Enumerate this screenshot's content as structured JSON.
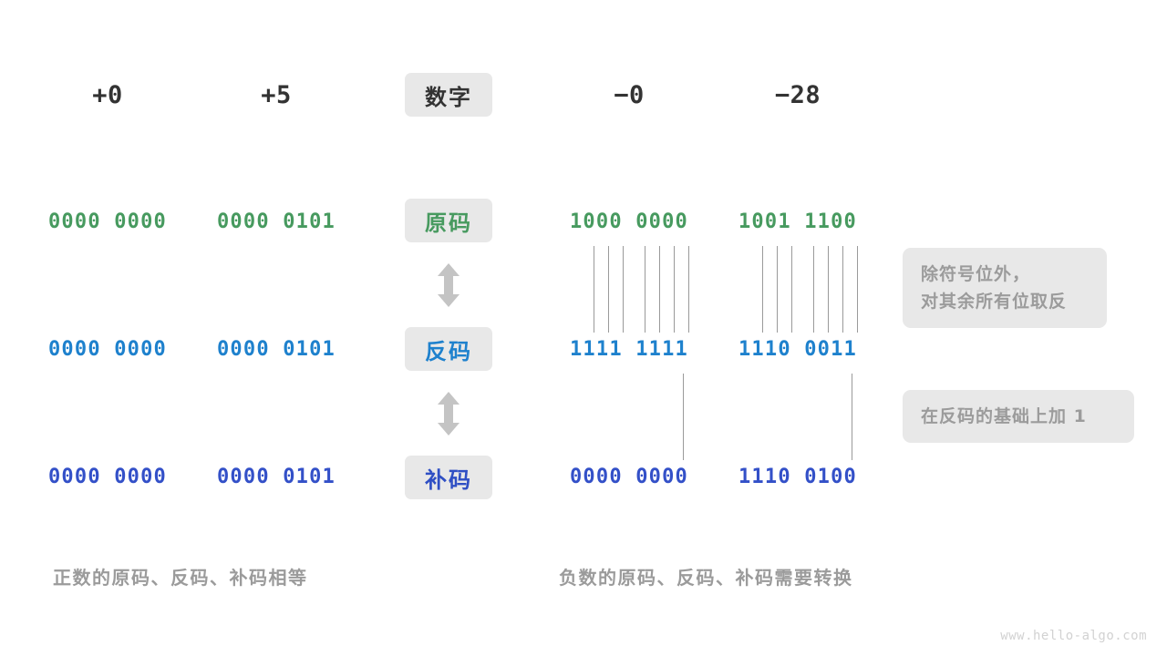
{
  "header": {
    "columns": [
      {
        "name": "pos-zero",
        "label": "+0"
      },
      {
        "name": "pos-five",
        "label": "+5"
      },
      {
        "name": "row-title",
        "label": "数字"
      },
      {
        "name": "neg-zero",
        "label": "−0"
      },
      {
        "name": "neg-28",
        "label": "−28"
      }
    ]
  },
  "rows": [
    {
      "key": "sign-magnitude",
      "chip_label": "原码",
      "chip_color": "#479a5f",
      "values": {
        "pos_zero": "0000 0000",
        "pos_five": "0000 0101",
        "neg_zero": "1000 0000",
        "neg_28": "1001 1100"
      }
    },
    {
      "key": "ones-complement",
      "chip_label": "反码",
      "chip_color": "#1e81cd",
      "values": {
        "pos_zero": "0000 0000",
        "pos_five": "0000 0101",
        "neg_zero": "1111 1111",
        "neg_28": "1110 0011"
      }
    },
    {
      "key": "twos-complement",
      "chip_label": "补码",
      "chip_color": "#2f4fc4",
      "values": {
        "pos_zero": "0000 0000",
        "pos_five": "0000 0101",
        "neg_zero": "0000 0000",
        "neg_28": "1110 0100"
      }
    }
  ],
  "notes": {
    "invert_bits": "除符号位外，\n对其余所有位取反",
    "add_one": "在反码的基础上加  1"
  },
  "captions": {
    "positive": "正数的原码、反码、补码相等",
    "negative": "负数的原码、反码、补码需要转换"
  },
  "watermark": "www.hello-algo.com",
  "colors": {
    "green": "#479a5f",
    "blue": "#1e81cd",
    "indigo": "#3350c8",
    "chip_bg": "#e8e8e8",
    "muted": "#9b9b9b",
    "line": "#9a9a9a",
    "arrow": "#c4c4c4"
  }
}
